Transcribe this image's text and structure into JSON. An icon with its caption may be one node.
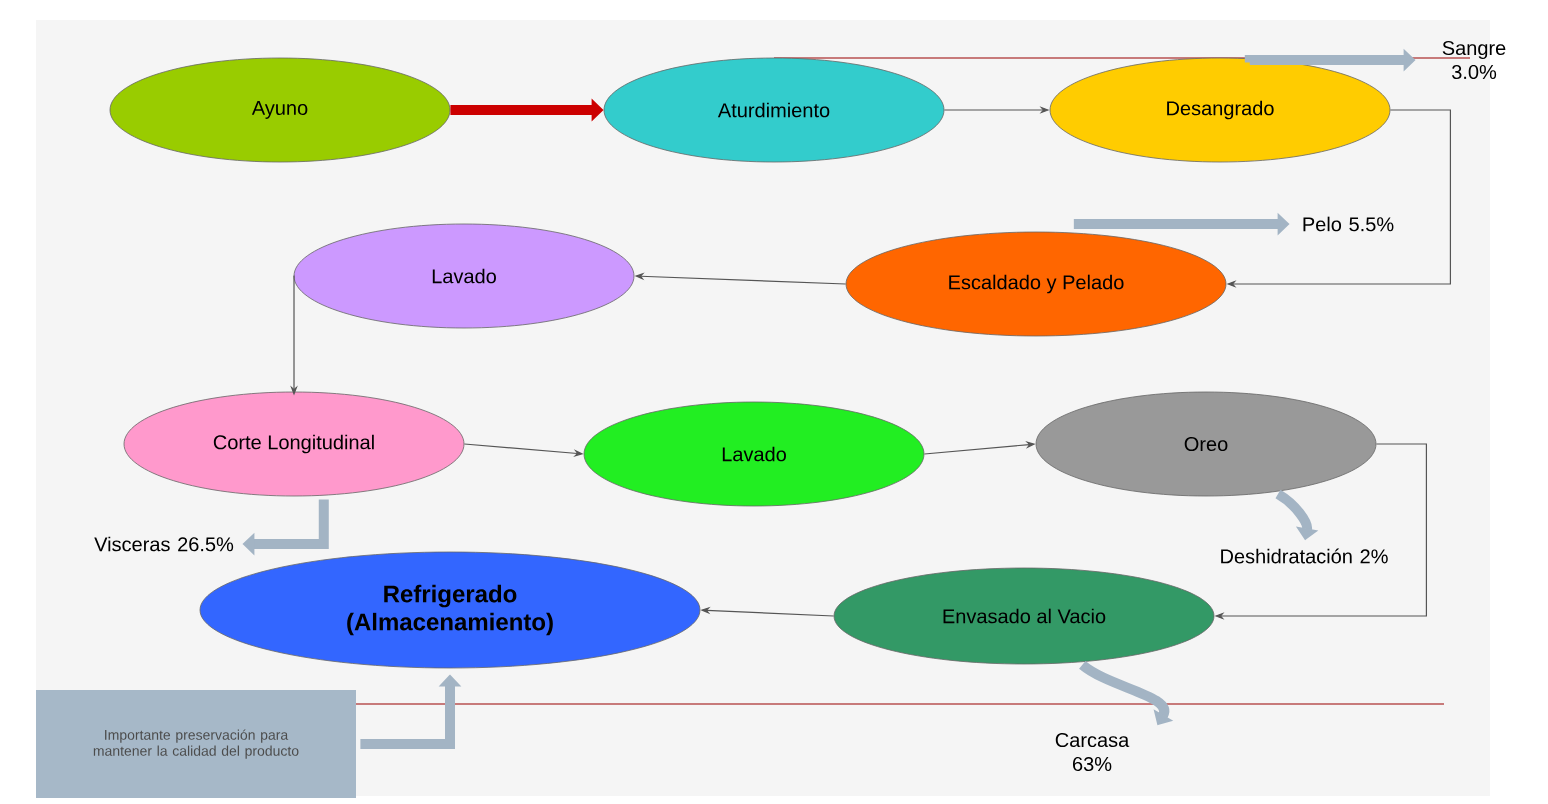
{
  "diagram": {
    "nodes": [
      {
        "text": [
          "Ayuno"
        ]
      },
      {
        "text": [
          "Aturdimiento"
        ]
      },
      {
        "text": [
          "Desangrado"
        ]
      },
      {
        "text": [
          "Escaldado y Pelado"
        ]
      },
      {
        "text": [
          "Lavado"
        ]
      },
      {
        "text": [
          "Corte Longitudinal"
        ]
      },
      {
        "text": [
          "Lavado"
        ]
      },
      {
        "text": [
          "Oreo"
        ]
      },
      {
        "text": [
          "Envasado al Vacio"
        ]
      },
      {
        "text": [
          "Refrigerado (Almacenamiento)"
        ]
      },
      {
        "text": [
          "Importante preservación para mantener la calidad del producto"
        ]
      },
      {
        "text": [
          "Sangre 3.0%"
        ]
      },
      {
        "text": [
          "Pelo 5.5%"
        ]
      },
      {
        "text": [
          "Visceras 26.5%"
        ]
      },
      {
        "text": [
          "Deshidratación 2%"
        ]
      },
      {
        "text": [
          "Carcasa 63%"
        ]
      }
    ],
    "edges": [
      {
        "from": 0,
        "to": 1,
        "arrow": "to",
        "style": "thick",
        "color": "#cc0000"
      },
      {
        "from": 1,
        "to": 2,
        "arrow": "to"
      },
      {
        "from": 2,
        "to": 3,
        "arrow": "to"
      },
      {
        "from": 3,
        "to": 4,
        "arrow": "to"
      },
      {
        "from": 4,
        "to": 5,
        "arrow": "to"
      },
      {
        "from": 5,
        "to": 6,
        "arrow": "to"
      },
      {
        "from": 6,
        "to": 7,
        "arrow": "to"
      },
      {
        "from": 7,
        "to": 8,
        "arrow": "to"
      },
      {
        "from": 8,
        "to": 9,
        "arrow": "to"
      },
      {
        "from": 2,
        "to": 11,
        "arrow": "to",
        "style": "thick",
        "color": "#a3b4c4"
      },
      {
        "from": 3,
        "to": 12,
        "arrow": "to",
        "style": "thick",
        "color": "#a3b4c4"
      },
      {
        "from": 5,
        "to": 13,
        "arrow": "to",
        "style": "thick",
        "color": "#a3b4c4"
      },
      {
        "from": 7,
        "to": 14,
        "arrow": "to",
        "style": "thick",
        "color": "#a3b4c4"
      },
      {
        "from": 8,
        "to": 15,
        "arrow": "to",
        "style": "thick",
        "color": "#a3b4c4"
      },
      {
        "from": 10,
        "to": 9,
        "arrow": "to",
        "style": "thick",
        "color": "#a3b4c4"
      }
    ]
  }
}
